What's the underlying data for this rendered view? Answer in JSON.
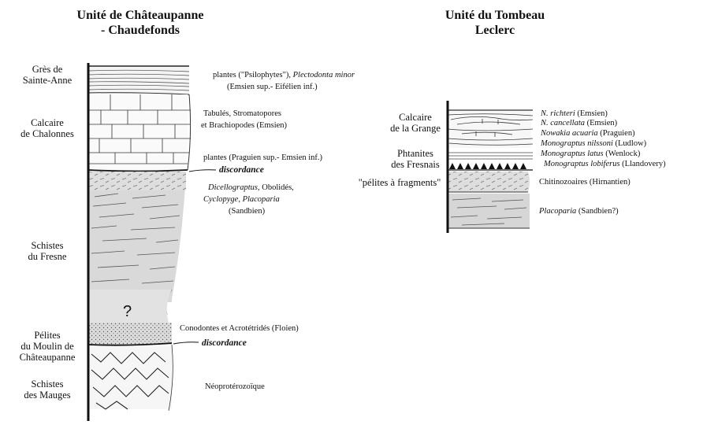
{
  "column_left": {
    "title_line1": "Unité de Châteaupanne",
    "title_line2": "- Chaudefonds",
    "units": [
      {
        "line1": "Grès de",
        "line2": "Sainte-Anne"
      },
      {
        "line1": "Calcaire",
        "line2": "de Chalonnes"
      },
      {
        "line1": "Schistes",
        "line2": "du Fresne"
      },
      {
        "line1": "Pélites",
        "line2": "du Moulin de",
        "line3": "Châteaupanne"
      },
      {
        "line1": "Schistes",
        "line2": "des Mauges"
      }
    ],
    "question_mark": "?",
    "annotations": {
      "plants_a": "plantes (\"Psilophytes\"), ",
      "plants_a_italic": "Plectodonta minor",
      "plants_a_age": "(Emsien sup.- Eifélien inf.)",
      "tabules_1": "Tabulés, Stromatopores",
      "tabules_2": "et Brachiopodes (Emsien)",
      "plants_b": "plantes (Praguien sup.- Emsien inf.)",
      "discordance_1": "discordance",
      "dicello_italic": "Dicellograptus",
      "dicello_rest": ", Obolidés,",
      "cyclo_italic": "Cyclopyge",
      "cyclo_sep": ", ",
      "placo_italic": "Placoparia",
      "sandbien": "(Sandbien)",
      "conodontes": "Conodontes et Acrotétridés (Floien)",
      "discordance_2": "discordance",
      "neoprot": "Néoprotérozoïque"
    }
  },
  "column_right": {
    "title_line1": "Unité du Tombeau",
    "title_line2": "Leclerc",
    "units": [
      {
        "line1": "Calcaire",
        "line2": "de la Grange"
      },
      {
        "line1": "Phtanites",
        "line2": "des Fresnais"
      },
      {
        "line1": "\"pélites à fragments\""
      }
    ],
    "fossils": [
      {
        "italic": "N. richteri",
        "rest": " (Emsien)"
      },
      {
        "italic": "N. cancellata",
        "rest": " (Emsien)"
      },
      {
        "italic": "Nowakia acuaria",
        "rest": " (Praguien)"
      },
      {
        "italic": "Monograptus nilssoni",
        "rest": " (Ludlow)"
      },
      {
        "italic": "Monograptus latus",
        "rest": " (Wenlock)"
      },
      {
        "italic": "Monograptus lobiferus",
        "rest": " (Llandovery)"
      },
      {
        "italic": "",
        "rest": "Chitinozoaires (Hirnantien)"
      },
      {
        "italic": "Placoparia",
        "rest": " (Sandbien?)"
      }
    ]
  }
}
